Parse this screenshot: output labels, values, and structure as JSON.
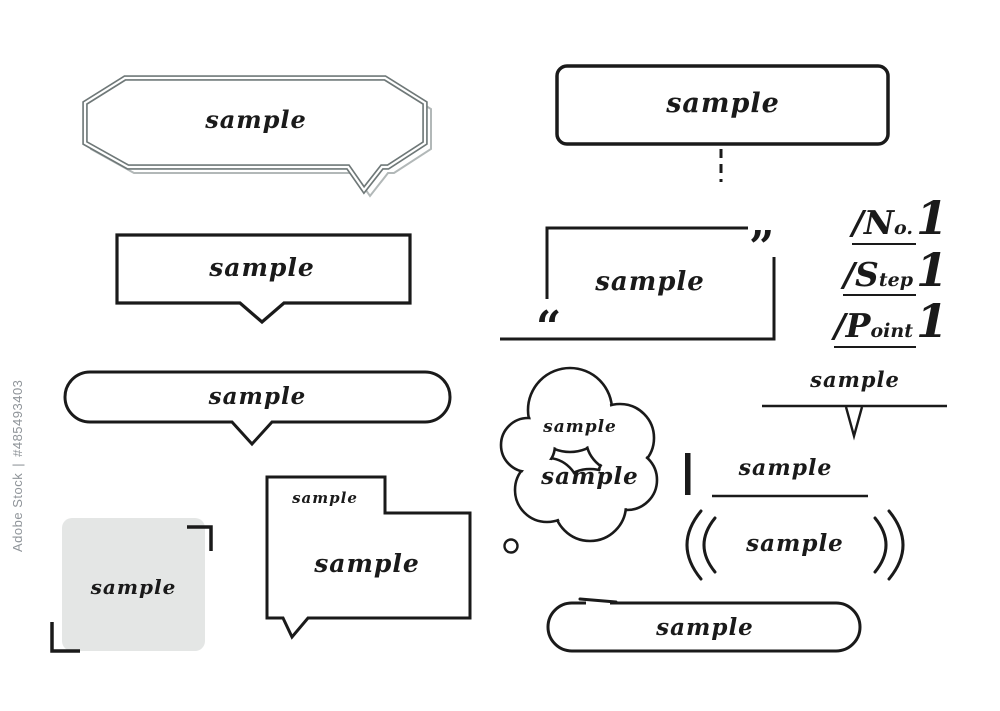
{
  "watermark": {
    "brand": "Adobe Stock",
    "separator": "|",
    "asset_id": "#485493403"
  },
  "octagon_bubble": {
    "label": "sample"
  },
  "dashed_tail_box": {
    "label": "sample"
  },
  "rect_bubble": {
    "label": "sample"
  },
  "quote_frame": {
    "label": "sample",
    "open_quote": "“",
    "close_quote": "”"
  },
  "numbered_labels": [
    {
      "big": "/N",
      "small": "o.",
      "number": "1"
    },
    {
      "big": "/S",
      "small": "tep",
      "number": "1"
    },
    {
      "big": "/P",
      "small": "oint",
      "number": "1"
    }
  ],
  "pill_bubble": {
    "label": "sample"
  },
  "cloud_bubble": {
    "label_top": "sample",
    "label_bottom": "sample"
  },
  "underline_arrow": {
    "label": "sample"
  },
  "bar_underline": {
    "label": "sample"
  },
  "double_parens": {
    "label": "sample"
  },
  "gray_square": {
    "label": "sample"
  },
  "stepped_bubble": {
    "label_small": "sample",
    "label_large": "sample"
  },
  "sketch_pill": {
    "label": "sample"
  },
  "colors": {
    "ink": "#1a1a1a",
    "shadow": "#b2b8b8",
    "octagon_outline": "#6f7878",
    "gray_fill": "#e4e6e5",
    "watermark": "#8f9499"
  }
}
